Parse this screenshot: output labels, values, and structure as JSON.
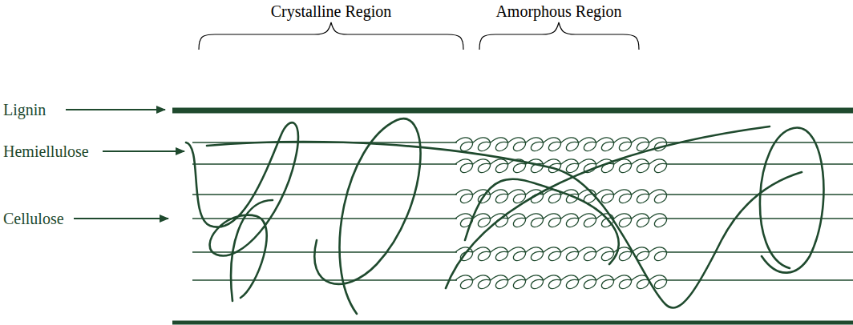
{
  "diagram": {
    "labels": [
      "Crystalline Region",
      "Amorphous Region",
      "Lignin",
      "Hemiellulose",
      "Cellulose"
    ]
  }
}
